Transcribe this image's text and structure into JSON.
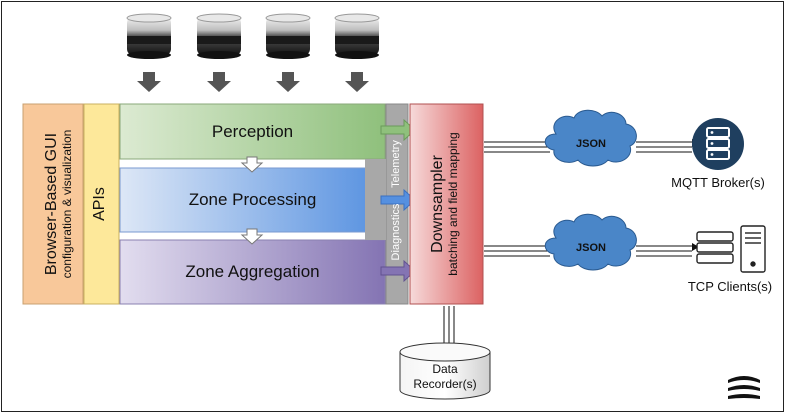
{
  "gui": {
    "line1": "Browser-Based GUI",
    "line2": "configuration & visualization"
  },
  "apis": {
    "label": "APIs"
  },
  "stack": {
    "perception": "Perception",
    "zone_processing": "Zone Processing",
    "zone_aggregation": "Zone Aggregation"
  },
  "channels": {
    "telemetry": "Telemetry",
    "diagnostics": "Diagnostics"
  },
  "downsampler": {
    "line1": "Downsampler",
    "line2": "batching and field mapping"
  },
  "clouds": {
    "top": "JSON",
    "bottom": "JSON"
  },
  "mqtt": {
    "label": "MQTT Broker(s)"
  },
  "tcp": {
    "label": "TCP Clients(s)"
  },
  "recorder": {
    "line1": "Data",
    "line2": "Recorder(s)"
  },
  "colors": {
    "gui": "#f8c89a",
    "apis": "#fde89a",
    "perception": "#9cc98a",
    "zone_processing": "#5b93e0",
    "zone_aggregation": "#8b7ab7",
    "downsampler": "#e06a6a",
    "cloud": "#4a86c8",
    "mqtt": "#1f3f5f"
  }
}
